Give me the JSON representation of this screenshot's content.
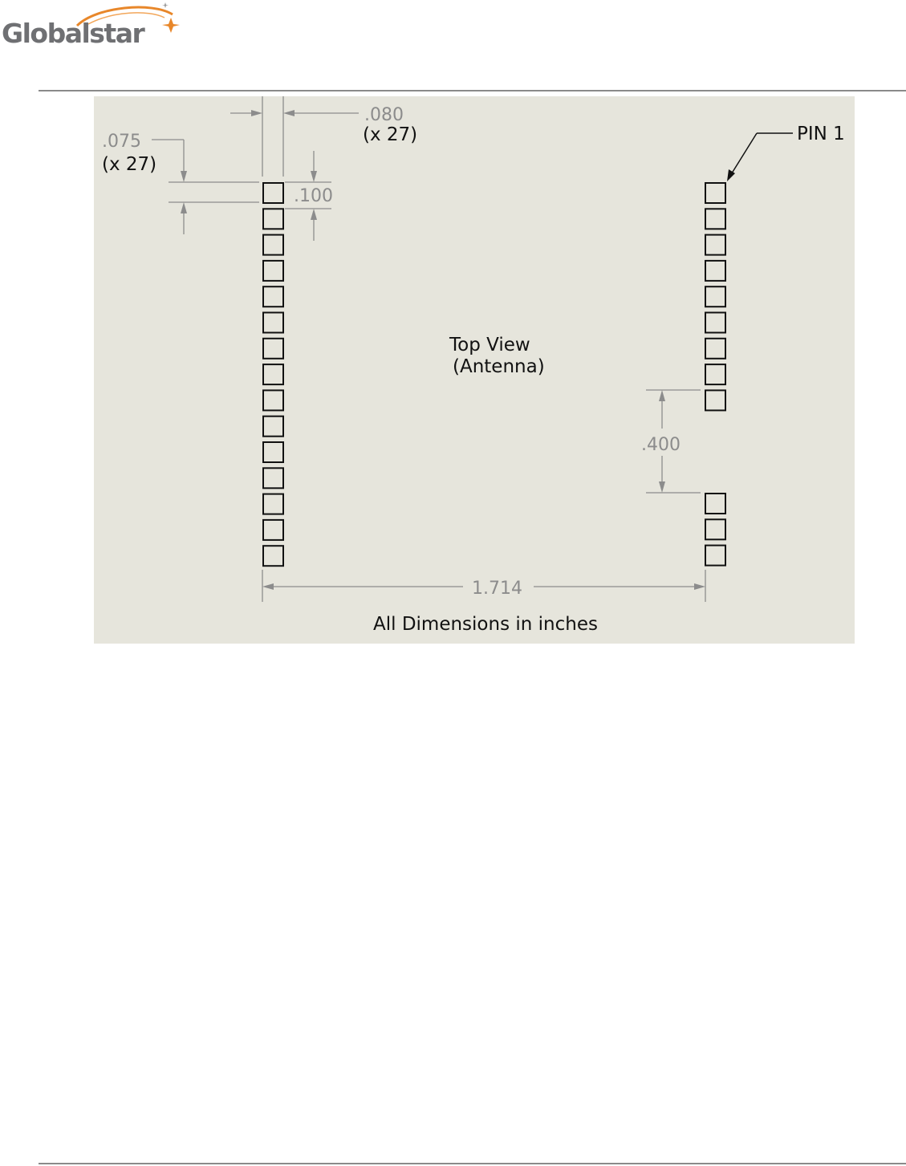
{
  "header": {
    "logo_text": "Globalstar",
    "brand_color": "#6f7073",
    "swoosh_color": "#e8872a"
  },
  "drawing": {
    "background": "#e6e5dc",
    "pad_width_label": ".080",
    "pad_width_count": "(x 27)",
    "pad_height_label": ".075",
    "pad_height_count": "(x 27)",
    "pitch_label": ".100",
    "gap_label": ".400",
    "span_label": "1.714",
    "pin1_label": "PIN 1",
    "view_title": "Top View",
    "view_subtitle": "(Antenna)",
    "units_note": "All Dimensions in inches",
    "left_pad_count": 15,
    "right_top_pad_count": 9,
    "right_bottom_pad_count": 3
  }
}
